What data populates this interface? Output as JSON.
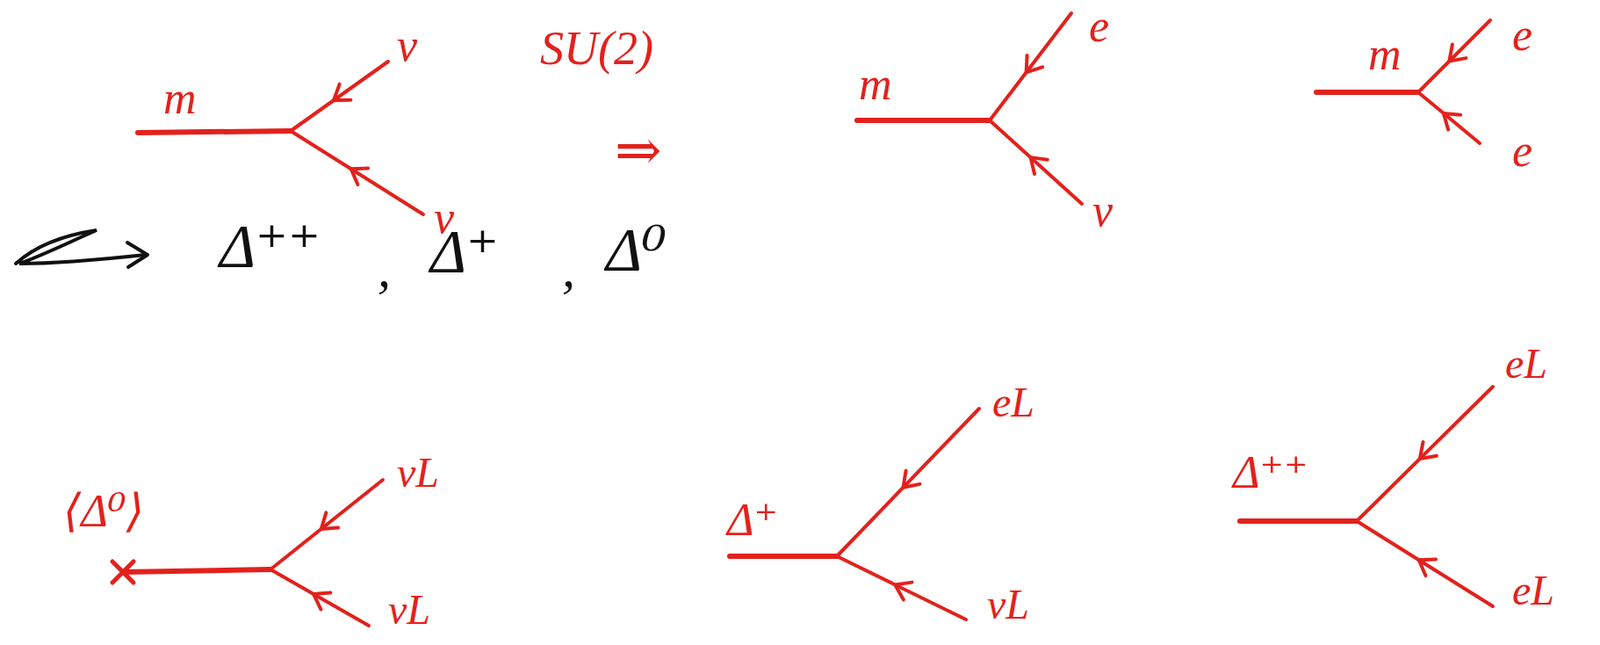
{
  "diagram": {
    "labels": [
      "m",
      "ν",
      "ν",
      "SU(2)",
      "⇒",
      "m",
      "e",
      "ν",
      "m",
      "e",
      "e",
      "Δ⁺⁺",
      ",",
      "Δ⁺",
      ",",
      "Δ⁰",
      "⟨Δ⁰⟩",
      "νL",
      "νL",
      "Δ⁺",
      "eL",
      "νL",
      "Δ⁺⁺",
      "eL",
      "eL"
    ]
  }
}
